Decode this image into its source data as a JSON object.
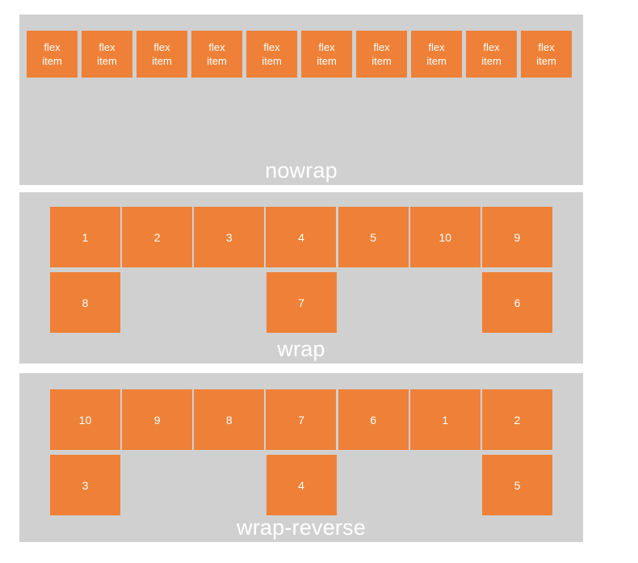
{
  "colors": {
    "item_background": "#ee8137",
    "container_background": "#d0d0d0",
    "item_text": "#ffffff",
    "label_text": "#ffffff",
    "page_background": "#ffffff"
  },
  "sections": [
    {
      "name": "nowrap",
      "label": "nowrap",
      "flex_wrap": "nowrap",
      "item_count": 10,
      "items": [
        {
          "line1": "flex",
          "line2": "item"
        },
        {
          "line1": "flex",
          "line2": "item"
        },
        {
          "line1": "flex",
          "line2": "item"
        },
        {
          "line1": "flex",
          "line2": "item"
        },
        {
          "line1": "flex",
          "line2": "item"
        },
        {
          "line1": "flex",
          "line2": "item"
        },
        {
          "line1": "flex",
          "line2": "item"
        },
        {
          "line1": "flex",
          "line2": "item"
        },
        {
          "line1": "flex",
          "line2": "item"
        },
        {
          "line1": "flex",
          "line2": "item"
        }
      ]
    },
    {
      "name": "wrap",
      "label": "wrap",
      "flex_wrap": "wrap",
      "item_count": 10,
      "items": [
        {
          "label": "1"
        },
        {
          "label": "2"
        },
        {
          "label": "3"
        },
        {
          "label": "4"
        },
        {
          "label": "5"
        },
        {
          "label": "10"
        },
        {
          "label": "9"
        },
        {
          "label": "8"
        },
        {
          "label": "7"
        },
        {
          "label": "6"
        }
      ]
    },
    {
      "name": "wrap-reverse",
      "label": "wrap-reverse",
      "flex_wrap": "wrap-reverse",
      "item_count": 10,
      "items": [
        {
          "label": "10"
        },
        {
          "label": "9"
        },
        {
          "label": "8"
        },
        {
          "label": "7"
        },
        {
          "label": "6"
        },
        {
          "label": "1"
        },
        {
          "label": "2"
        },
        {
          "label": "3"
        },
        {
          "label": "4"
        },
        {
          "label": "5"
        }
      ]
    }
  ]
}
